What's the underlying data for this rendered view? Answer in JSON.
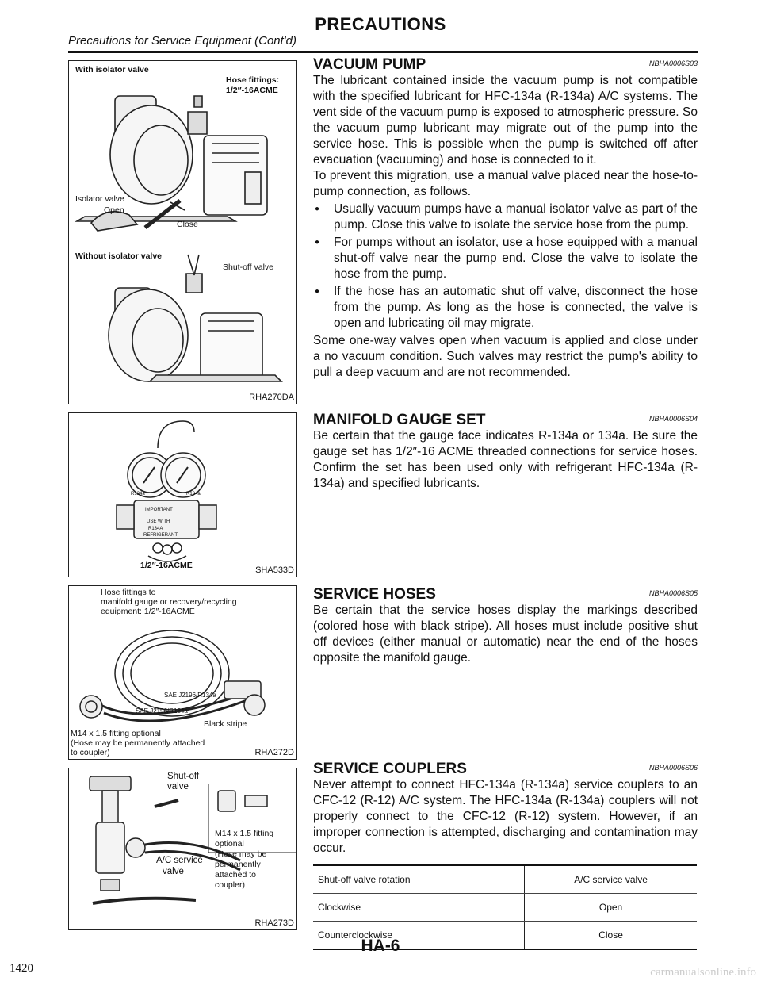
{
  "header": {
    "subtitle": "Precautions for Service Equipment (Cont'd)",
    "title": "PRECAUTIONS"
  },
  "sections": {
    "vacuum": {
      "heading": "VACUUM PUMP",
      "code": "NBHA0006S03",
      "p1": "The lubricant contained inside the vacuum pump is not compatible with the specified lubricant for HFC-134a (R-134a) A/C systems. The vent side of the vacuum pump is exposed to atmospheric pressure. So the vacuum pump lubricant may migrate out of the pump into the service hose. This is possible when the pump is switched off after evacuation (vacuuming) and hose is connected to it.",
      "p2": "To prevent this migration, use a manual valve placed near the hose-to-pump connection, as follows.",
      "bullets": [
        "Usually vacuum pumps have a manual isolator valve as part of the pump. Close this valve to isolate the service hose from the pump.",
        "For pumps without an isolator, use a hose equipped with a manual shut-off valve near the pump end. Close the valve to isolate the hose from the pump.",
        "If the hose has an automatic shut off valve, disconnect the hose from the pump. As long as the hose is connected, the valve is open and lubricating oil may migrate."
      ],
      "p3": "Some one-way valves open when vacuum is applied and close under a no vacuum condition. Such valves may restrict the pump's ability to pull a deep vacuum and are not recommended."
    },
    "manifold": {
      "heading": "MANIFOLD GAUGE SET",
      "code": "NBHA0006S04",
      "p1": "Be certain that the gauge face indicates R-134a or 134a. Be sure the gauge set has 1/2″-16 ACME threaded connections for service hoses. Confirm the set has been used only with refrigerant HFC-134a (R-134a) and specified lubricants."
    },
    "hoses": {
      "heading": "SERVICE HOSES",
      "code": "NBHA0006S05",
      "p1": "Be certain that the service hoses display the markings described (colored hose with black stripe). All hoses must include positive shut off devices (either manual or automatic) near the end of the hoses opposite the manifold gauge."
    },
    "couplers": {
      "heading": "SERVICE COUPLERS",
      "code": "NBHA0006S06",
      "p1": "Never attempt to connect HFC-134a (R-134a) service couplers to an CFC-12 (R-12) A/C system. The HFC-134a (R-134a) couplers will not properly connect to the CFC-12 (R-12) system. However, if an improper connection is attempted, discharging and contamination may occur."
    }
  },
  "table": {
    "header": [
      "Shut-off valve rotation",
      "A/C service valve"
    ],
    "rows": [
      [
        "Clockwise",
        "Open"
      ],
      [
        "Counterclockwise",
        "Close"
      ]
    ]
  },
  "figures": {
    "fig1": {
      "ref": "RHA270DA",
      "with_isolator": "With isolator valve",
      "hose_fittings": "Hose fittings:",
      "hose_fittings_size": "1/2″-16ACME",
      "isolator_valve": "Isolator valve",
      "open": "Open",
      "close": "Close",
      "without_isolator": "Without isolator valve",
      "shutoff": "Shut-off valve"
    },
    "fig2": {
      "ref": "SHA533D",
      "size": "1/2″-16ACME",
      "r134a_left": "R134a",
      "r134a_right": "R134a",
      "important": "IMPORTANT",
      "use_with": "USE WITH",
      "r134a_tag": "R134A",
      "refrigerant": "REFRIGERANT"
    },
    "fig3": {
      "ref": "RHA272D",
      "fittings_1": "Hose fittings to",
      "fittings_2": "manifold gauge or recovery/recycling",
      "fittings_3": "equipment: 1/2″-16ACME",
      "sae_1": "SAE J2196/R134a",
      "sae_2": "SAE J2196/R134a",
      "stripe": "Black stripe",
      "m14_1": "M14 x 1.5 fitting optional",
      "m14_2": "(Hose may be permanently attached",
      "m14_3": "to coupler)"
    },
    "fig4": {
      "ref": "RHA273D",
      "shutoff_1": "Shut-off",
      "shutoff_2": "valve",
      "ac_1": "A/C service",
      "ac_2": "valve",
      "m14_1": "M14 x 1.5 fitting",
      "m14_2": "optional",
      "m14_3": "(Hose may be",
      "m14_4": "permanently",
      "m14_5": "attached to",
      "m14_6": "coupler)"
    }
  },
  "footer": {
    "page": "HA-6",
    "number": "1420",
    "watermark": "carmanualsonline.info"
  }
}
